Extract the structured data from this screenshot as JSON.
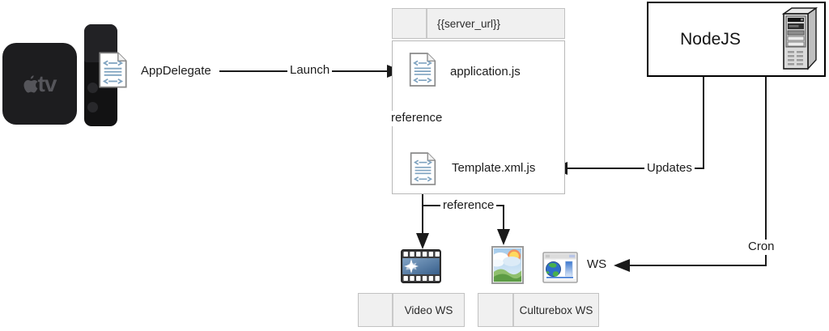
{
  "labels": {
    "app_delegate": "AppDelegate",
    "launch": "Launch",
    "server_url": "{{server_url}}",
    "application_js": "application.js",
    "reference_top": "reference",
    "template_xml_js": "Template.xml.js",
    "reference_bottom": "reference",
    "nodejs": "NodeJS",
    "updates": "Updates",
    "cron": "Cron",
    "ws": "WS",
    "video_ws": "Video WS",
    "culturebox_ws": "Culturebox WS",
    "appletv_logo_text": "tv"
  },
  "icons": {
    "apple_tv": "apple-tv-set-top-box",
    "remote": "siri-remote",
    "js_file": "code-document-icon",
    "nodejs_server": "server-tower-icon",
    "video": "film-strip-icon",
    "culturebox": "landscape-photo-icon",
    "web": "browser-globe-icon"
  },
  "colors": {
    "line": "#1a1a1a",
    "text": "#1f1f1f",
    "container_border": "#b8b8b8",
    "tab_fill": "#f0f0f0",
    "nodejs_border": "#000000",
    "device_black": "#1d1d1f",
    "doc_stroke": "#8a8a8a",
    "doc_content": "#7fa3c0",
    "film_blue": "#3c6390",
    "photo_sky": "#a8cdec",
    "photo_green": "#5d9c45",
    "globe_blue": "#2f6fc9"
  }
}
